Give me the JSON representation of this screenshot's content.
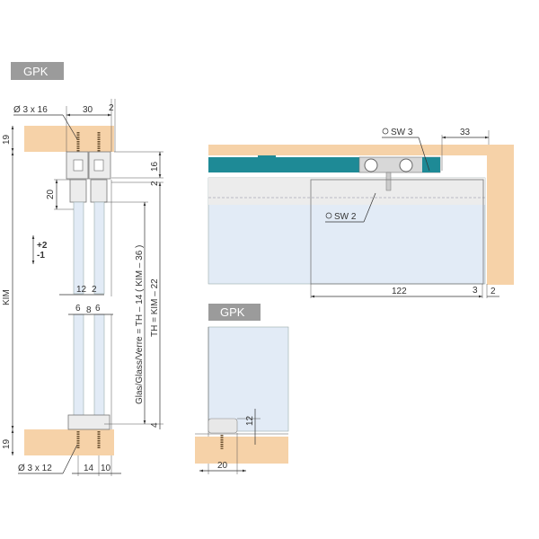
{
  "labels": {
    "gpk_top": "GPK",
    "gpk_bottom": "GPK"
  },
  "left_view": {
    "screw_top": "Ø 3 x 16",
    "screw_bottom": "Ø 3 x 12",
    "dim_30": "30",
    "dim_2_top": "2",
    "dim_19_top": "19",
    "dim_16": "16",
    "dim_2_side": "2",
    "dim_20": "20",
    "adjust_plus": "+2",
    "adjust_minus": "-1",
    "kim": "KIM",
    "dim_12": "12",
    "dim_2_mid": "2",
    "dim_6a": "6",
    "dim_8": "8",
    "dim_6b": "6",
    "glass_formula": "Glas/Glass/Verre = TH – 14 ( KIM – 36 )",
    "th_formula": "TH = KIM – 22",
    "dim_4": "4",
    "dim_19_bottom": "19",
    "dim_14": "14",
    "dim_10": "10"
  },
  "right_view": {
    "sw3": "SW 3",
    "sw2": "SW 2",
    "dim_33": "33",
    "dim_122": "122",
    "dim_3": "3",
    "dim_2": "2"
  },
  "bottom_view": {
    "dim_12": "12",
    "dim_20": "20"
  },
  "colors": {
    "wood": "#f6d2a8",
    "glass": "#e2ebf6",
    "rail": "#1e8a96",
    "label_bg": "#9b9b9b"
  }
}
